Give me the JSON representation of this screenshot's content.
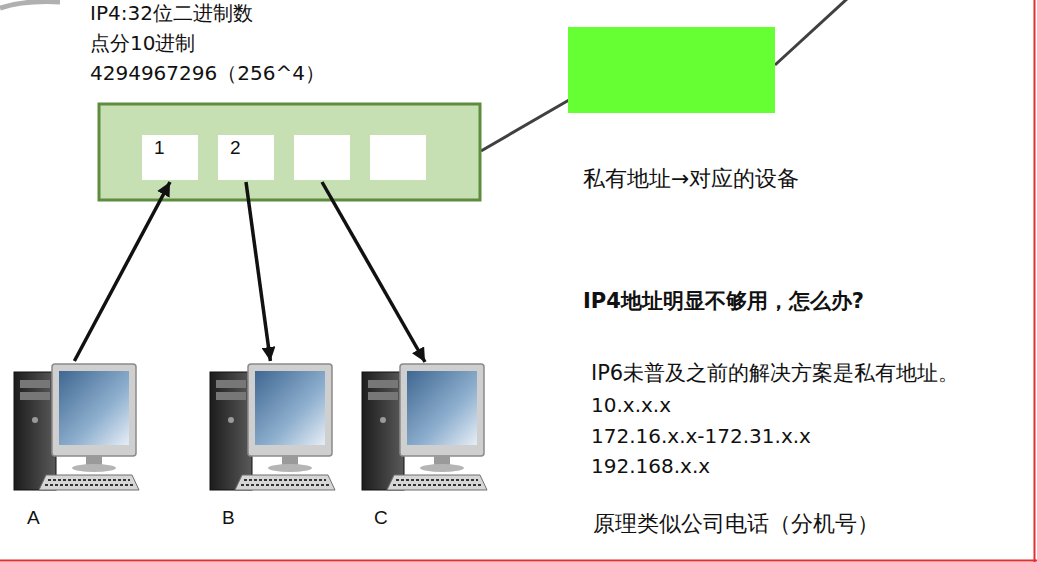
{
  "diagram": {
    "nodes": [
      {
        "text": [
          "1"
        ]
      },
      {
        "text": [
          "2"
        ]
      },
      {
        "text": [
          "A"
        ]
      },
      {
        "text": [
          "B"
        ]
      },
      {
        "text": [
          "C"
        ]
      }
    ],
    "edges": [
      {
        "from": 2,
        "to": 0,
        "arrow": "to"
      },
      {
        "from": 1,
        "to": 3,
        "arrow": "to"
      }
    ],
    "labels": [
      "IP4:32位二进制数",
      "点分10进制",
      "4294967296（256^4）",
      "私有地址→对应的设备",
      "IP4地址明显不够用，怎么办?",
      "IP6未普及之前的解决方案是私有地址。",
      "10.x.x.x",
      "172.16.x.x-172.31.x.x",
      "192.168.x.x",
      "原理类似公司电话（分机号）"
    ]
  }
}
